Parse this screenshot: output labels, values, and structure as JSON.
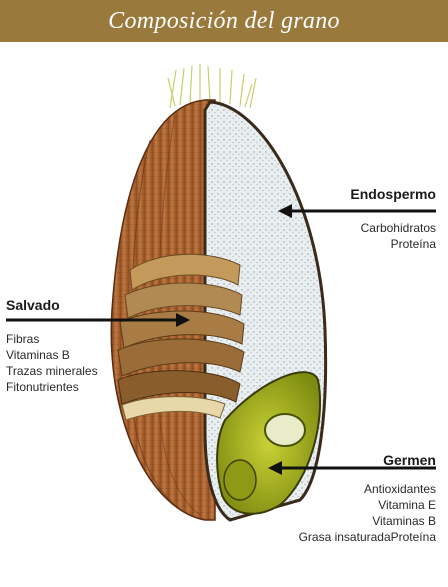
{
  "header": {
    "title": "Composición del grano"
  },
  "labels": {
    "endosperm": {
      "title": "Endospermo",
      "items": [
        "Carbohidratos",
        "Proteína"
      ]
    },
    "bran": {
      "title": "Salvado",
      "items": [
        "Fibras",
        "Vitaminas B",
        "Trazas minerales",
        "Fitonutrientes"
      ]
    },
    "germ": {
      "title": "Germen",
      "items": [
        "Antioxidantes",
        "Vitamina E",
        "Vitaminas B",
        "Grasa insaturadaProteína"
      ]
    }
  },
  "colors": {
    "header_bg": "#9a7a3c",
    "husk": "#b86a34",
    "endosperm": "#e6ecf0",
    "germ": "#a8b81e",
    "bran_layers": "#b08a52"
  },
  "icons": [
    "grain-illustration",
    "arrow-endosperm",
    "arrow-bran",
    "arrow-germ"
  ]
}
